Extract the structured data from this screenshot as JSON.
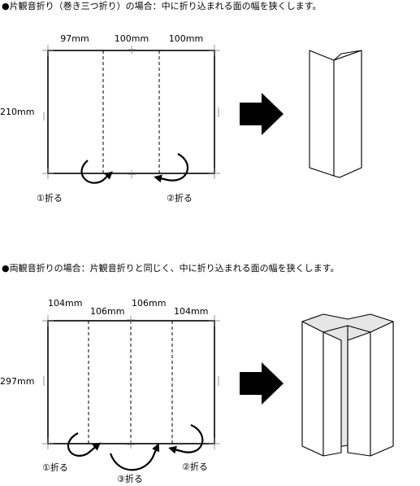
{
  "section1": {
    "heading": "●片観音折り（巻き三つ折り）の場合：中に折り込まれる面の幅を狭くします。",
    "widths": [
      "97mm",
      "100mm",
      "100mm"
    ],
    "height": "210mm",
    "folds": [
      "①折る",
      "②折る"
    ]
  },
  "section2": {
    "heading": "●両観音折りの場合：片観音折りと同じく、中に折り込まれる面の幅を狭くします。",
    "widths": [
      "104mm",
      "106mm",
      "106mm",
      "104mm"
    ],
    "height": "297mm",
    "folds": [
      "①折る",
      "③折る",
      "②折る"
    ]
  },
  "colors": {
    "line": "#000000",
    "fill_shade": "#e6e6e6"
  },
  "icons": [
    "right-arrow-icon",
    "fold-curve-arrow-icon"
  ]
}
